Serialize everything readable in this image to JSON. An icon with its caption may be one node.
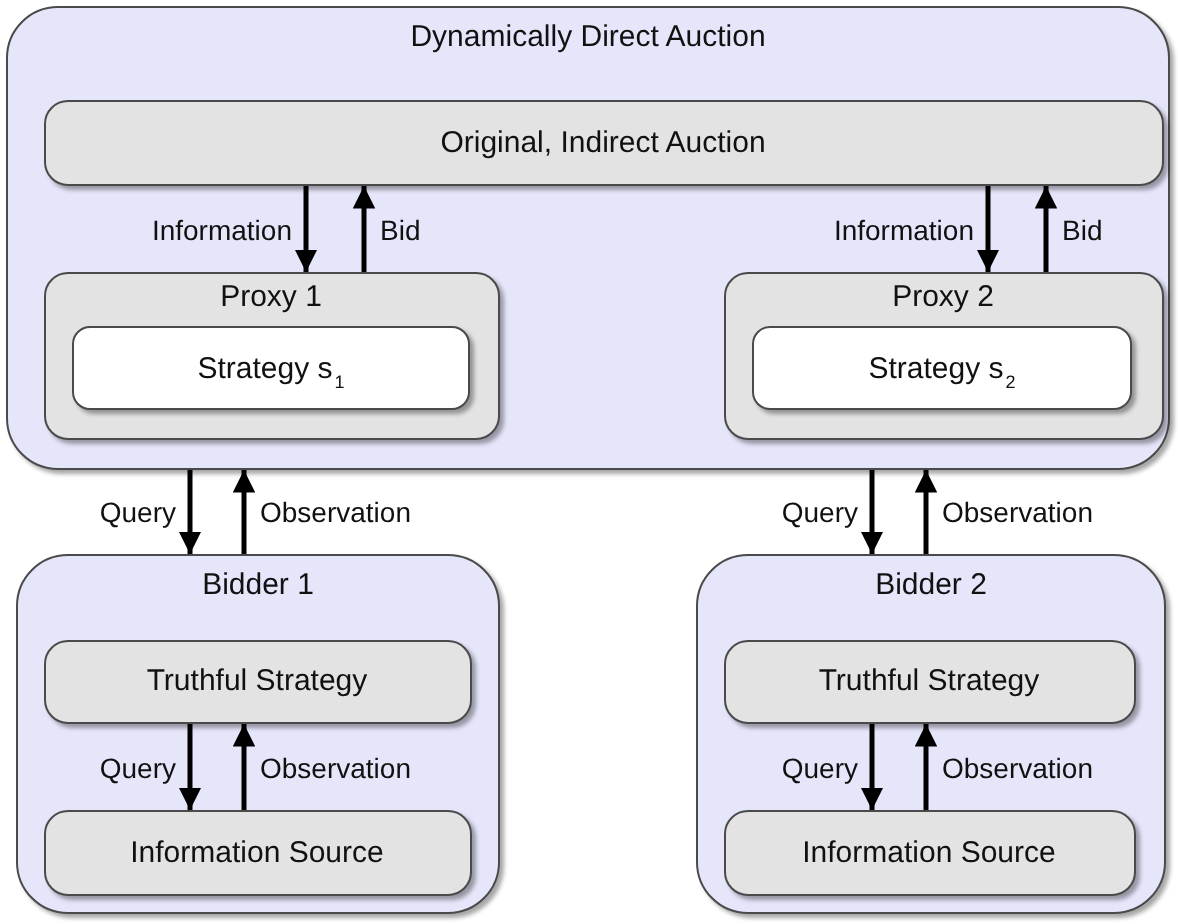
{
  "diagram": {
    "nodes": [
      {
        "text": [
          "Dynamically Direct Auction"
        ]
      },
      {
        "text": [
          "Original, Indirect Auction"
        ],
        "in": 0
      },
      {
        "text": [
          "Proxy 1"
        ],
        "in": 0
      },
      {
        "text": [
          "Strategy s$_{1}$"
        ],
        "in": 2
      },
      {
        "text": [
          "Proxy 2"
        ],
        "in": 0
      },
      {
        "text": [
          "Strategy s$_{2}$"
        ],
        "in": 4
      },
      {
        "text": [
          "Bidder 1"
        ]
      },
      {
        "text": [
          "Truthful Strategy"
        ],
        "in": 6
      },
      {
        "text": [
          "Information Source"
        ],
        "in": 6
      },
      {
        "text": [
          "Bidder 2"
        ]
      },
      {
        "text": [
          "Truthful Strategy"
        ],
        "in": 9
      },
      {
        "text": [
          "Information Source"
        ],
        "in": 9
      }
    ],
    "edges": [
      {
        "from": 1,
        "to": 2,
        "arrow": "to",
        "label": "Information"
      },
      {
        "from": 2,
        "to": 1,
        "arrow": "to",
        "label": "Bid"
      },
      {
        "from": 1,
        "to": 4,
        "arrow": "to",
        "label": "Information"
      },
      {
        "from": 4,
        "to": 1,
        "arrow": "to",
        "label": "Bid"
      },
      {
        "from": 0,
        "to": 6,
        "arrow": "to",
        "label": "Query"
      },
      {
        "from": 6,
        "to": 0,
        "arrow": "to",
        "label": "Observation"
      },
      {
        "from": 0,
        "to": 9,
        "arrow": "to",
        "label": "Query"
      },
      {
        "from": 9,
        "to": 0,
        "arrow": "to",
        "label": "Observation"
      },
      {
        "from": 7,
        "to": 8,
        "arrow": "to",
        "label": "Query"
      },
      {
        "from": 8,
        "to": 7,
        "arrow": "to",
        "label": "Observation"
      },
      {
        "from": 10,
        "to": 11,
        "arrow": "to",
        "label": "Query"
      },
      {
        "from": 11,
        "to": 10,
        "arrow": "to",
        "label": "Observation"
      }
    ]
  }
}
